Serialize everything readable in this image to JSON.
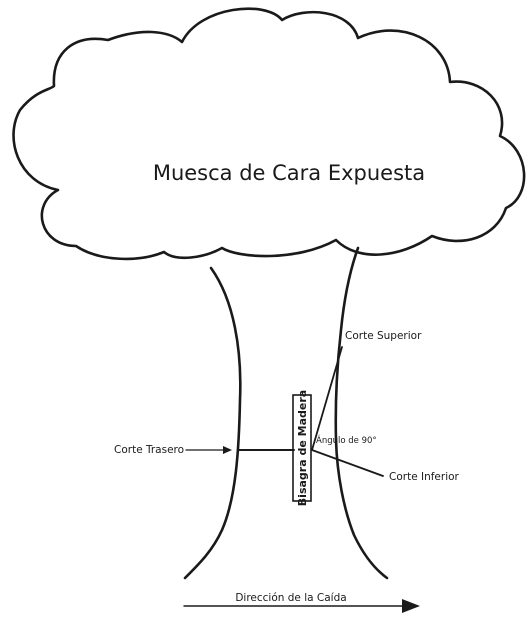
{
  "diagram": {
    "title": "Muesca de Cara Expuesta",
    "labels": {
      "top_cut": "Corte Superior",
      "back_cut": "Corte Trasero",
      "hinge": "Bisagra de Madera",
      "angle": "Ángulo de 90°",
      "bottom_cut": "Corte Inferior",
      "fall_direction": "Dirección de la Caída"
    }
  }
}
